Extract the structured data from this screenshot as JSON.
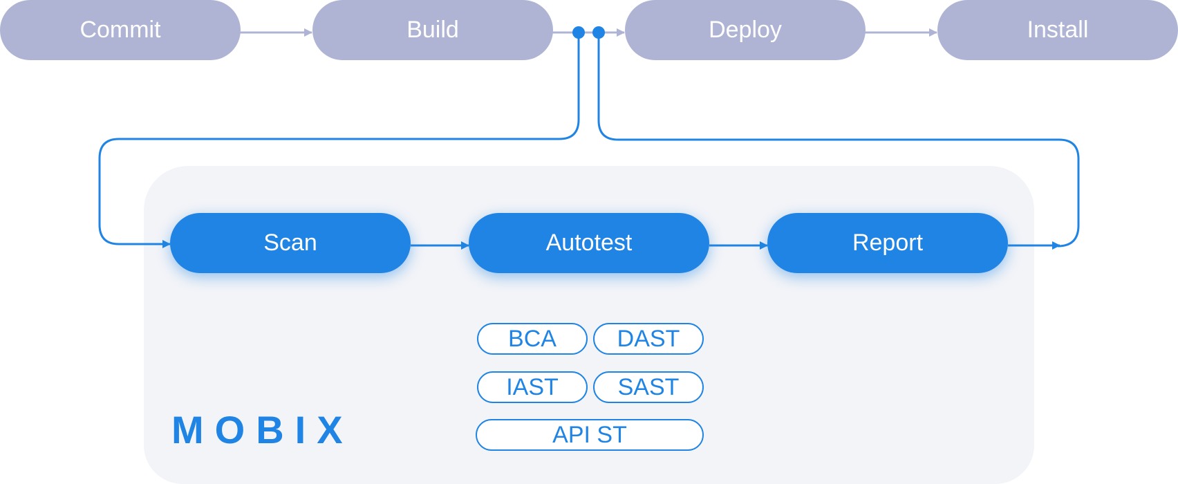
{
  "pipeline": {
    "stages": [
      {
        "label": "Commit"
      },
      {
        "label": "Build"
      },
      {
        "label": "Deploy"
      },
      {
        "label": "Install"
      }
    ]
  },
  "mobix": {
    "brand": "MOBIX",
    "stages": [
      {
        "label": "Scan"
      },
      {
        "label": "Autotest"
      },
      {
        "label": "Report"
      }
    ],
    "tags": [
      {
        "label": "BCA"
      },
      {
        "label": "DAST"
      },
      {
        "label": "IAST"
      },
      {
        "label": "SAST"
      },
      {
        "label": "API ST"
      }
    ]
  },
  "colors": {
    "pipeline_stage": "#afb4d5",
    "mobix_accent": "#1f84e3",
    "panel_background": "#f3f4f8"
  }
}
